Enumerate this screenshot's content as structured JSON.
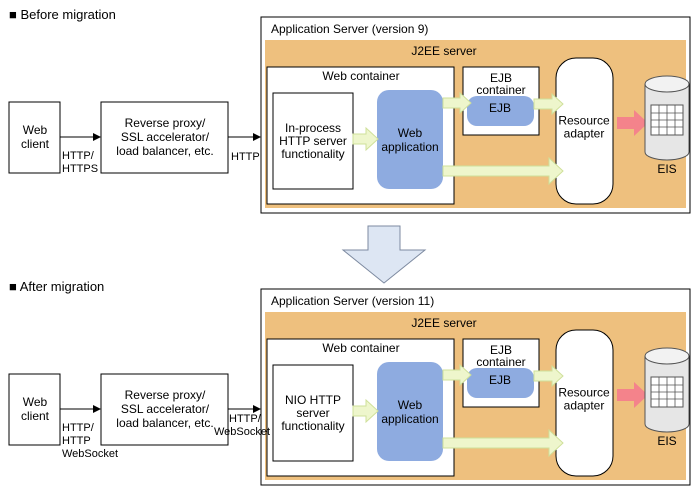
{
  "colors": {
    "j2ee_fill": "#eec07e",
    "app_fill": "#8eabe0",
    "arrow_fill": "#eef6cc",
    "arrow_stroke": "#cfe09a",
    "eis_arrow": "#f4838b",
    "down_arrow_fill": "#dde6f3"
  },
  "before": {
    "heading": "■ Before migration",
    "app_server": "Application Server (version 9)",
    "j2ee": "J2EE server",
    "web_container": "Web container",
    "http_func": [
      "In-process",
      "HTTP server",
      "functionality"
    ],
    "web_app": [
      "Web",
      "application"
    ],
    "ejb_container": [
      "EJB",
      "container"
    ],
    "ejb": "EJB",
    "resource_adapter": [
      "Resource",
      "adapter"
    ],
    "eis": "EIS",
    "web_client": [
      "Web",
      "client"
    ],
    "proxy": [
      "Reverse proxy/",
      "SSL accelerator/",
      "load balancer, etc."
    ],
    "proto_client": [
      "HTTP/",
      "HTTPS"
    ],
    "proto_server": [
      "HTTP"
    ]
  },
  "after": {
    "heading": "■ After migration",
    "app_server": "Application Server (version 11)",
    "j2ee": "J2EE server",
    "web_container": "Web container",
    "http_func": [
      "NIO HTTP",
      "server",
      "functionality"
    ],
    "web_app": [
      "Web",
      "application"
    ],
    "ejb_container": [
      "EJB",
      "container"
    ],
    "ejb": "EJB",
    "resource_adapter": [
      "Resource",
      "adapter"
    ],
    "eis": "EIS",
    "web_client": [
      "Web",
      "client"
    ],
    "proxy": [
      "Reverse proxy/",
      "SSL accelerator/",
      "load balancer, etc."
    ],
    "proto_client": [
      "HTTP/",
      "HTTP",
      "WebSocket"
    ],
    "proto_server": [
      "HTTP/",
      "WebSocket"
    ]
  }
}
